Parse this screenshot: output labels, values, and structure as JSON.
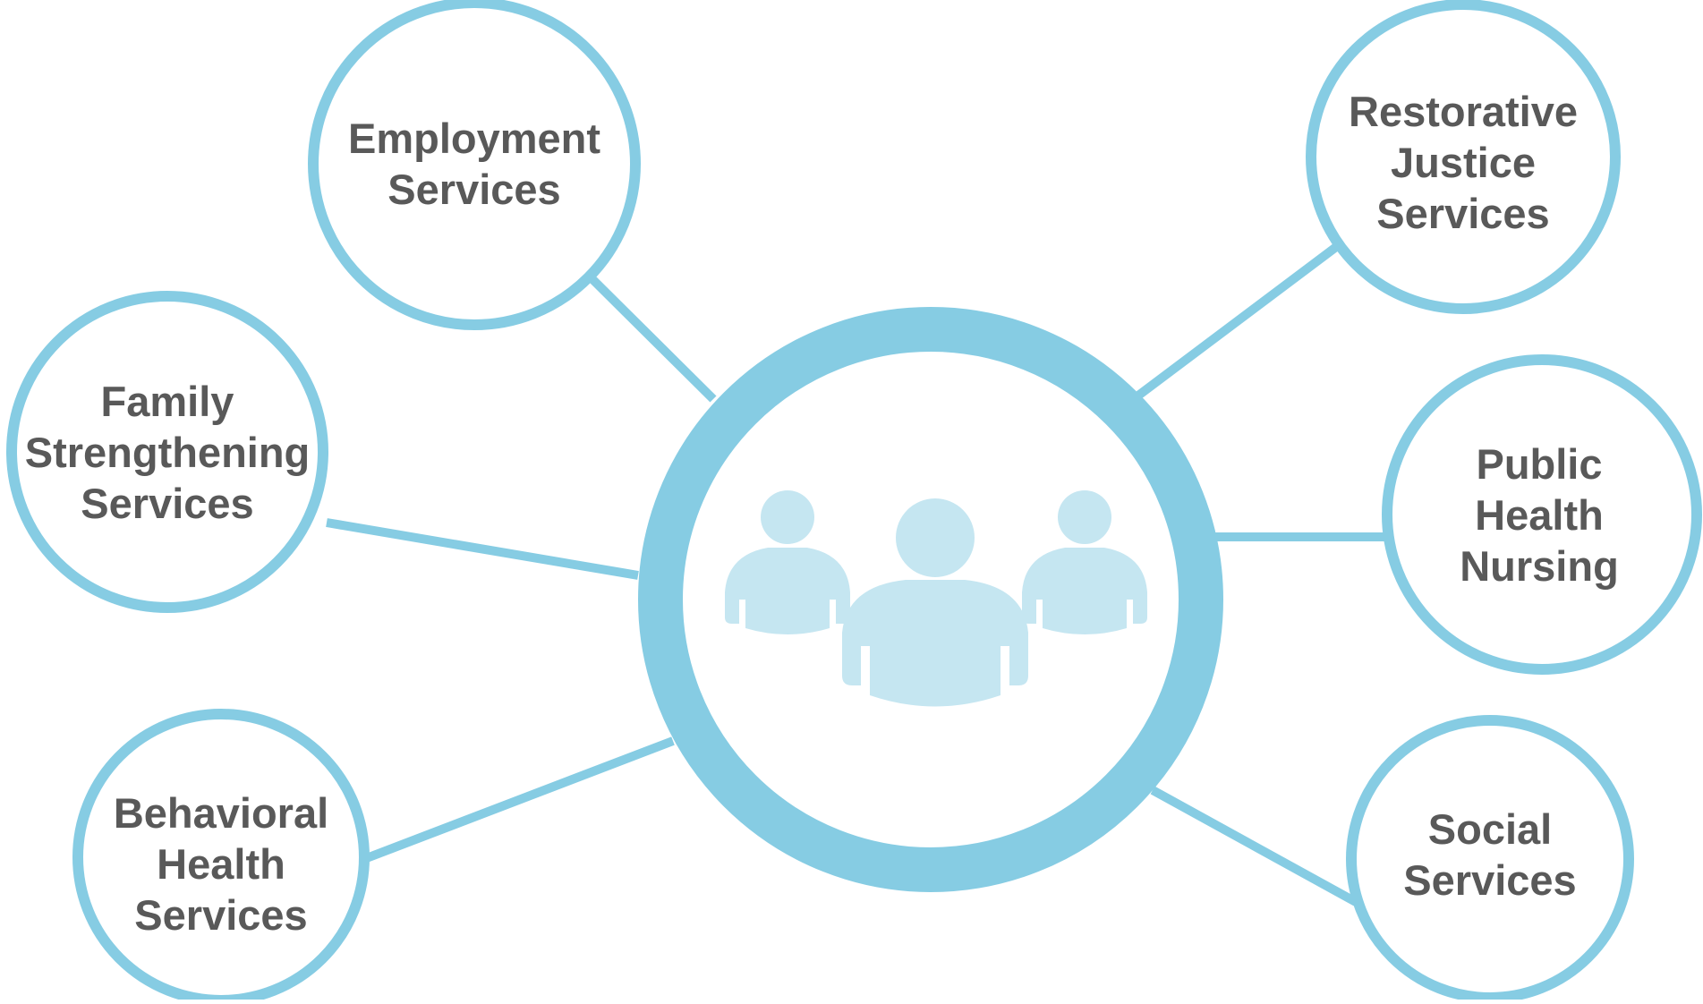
{
  "colors": {
    "ring": "#86CCE3",
    "connector": "#86CCE3",
    "people_icon": "#C5E6F1",
    "label_text": "#595959",
    "background": "#FFFFFF"
  },
  "center": {
    "icon": "people-group-icon"
  },
  "nodes": [
    {
      "id": "employment",
      "lines": [
        "Employment",
        "Services"
      ]
    },
    {
      "id": "family",
      "lines": [
        "Family",
        "Strengthening",
        "Services"
      ]
    },
    {
      "id": "behavioral",
      "lines": [
        "Behavioral",
        "Health",
        "Services"
      ]
    },
    {
      "id": "restorative",
      "lines": [
        "Restorative",
        "Justice",
        "Services"
      ]
    },
    {
      "id": "public-health",
      "lines": [
        "Public",
        "Health",
        "Nursing"
      ]
    },
    {
      "id": "social",
      "lines": [
        "Social",
        "Services"
      ]
    }
  ]
}
